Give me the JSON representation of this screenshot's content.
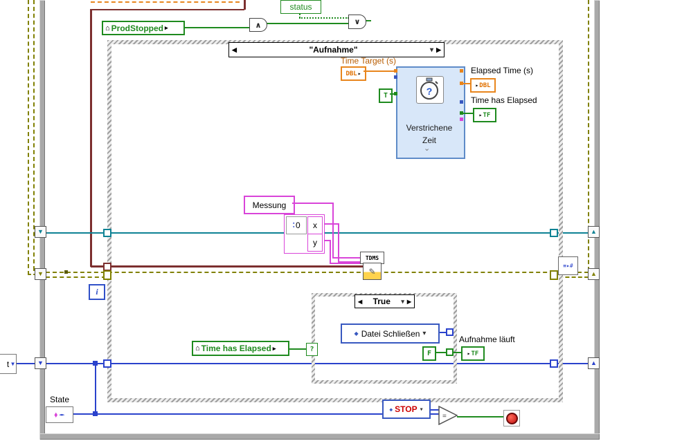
{
  "structures": {
    "main_case_selector": "\"Aufnahme\"",
    "inner_case_selector": "True"
  },
  "labels": {
    "time_target": "Time Target (s)",
    "elapsed_time": "Elapsed Time (s)",
    "time_has_elapsed": "Time has Elapsed",
    "messung": "Messung",
    "datei_schliessen": "Datei Schließen",
    "aufnahme_laeuft": "Aufnahme läuft",
    "stop": "STOP",
    "state": "State"
  },
  "terminals": {
    "status": "status",
    "prod_stopped": "ProdStopped",
    "dbl": "DBL",
    "tf": "TF",
    "true_const": "T",
    "false_const": "F",
    "iteration": "i",
    "numeric_zero": "0",
    "bundle_x": "x",
    "bundle_y": "y",
    "tdms": "TDMS",
    "time_has_elapsed_ctrl": "Time has Elapsed",
    "t_ctrl": "t"
  },
  "express_vi": {
    "title_line1": "Verstrichene",
    "title_line2": "Zeit",
    "icon_question": "?"
  },
  "glyphs": {
    "case_prev": "◀",
    "case_next": "▶",
    "menu_down": "▾",
    "home": "⌂",
    "arrow_out": "▸",
    "and": "∧",
    "or": "∨",
    "pencil": "✎",
    "chevron": "⌄",
    "sr_down": "▼",
    "sr_up": "▲",
    "question": "?",
    "enum_bullet": "◆",
    "inc": "▴",
    "dec": "▾",
    "t_down": "▼",
    "state_a": "⬧",
    "state_b": "◄►",
    "equals": "=",
    "fn": "≡▸#"
  },
  "colors": {
    "boolean_green": "#1e8a1e",
    "numeric_orange": "#e8851c",
    "enum_blue": "#3858c0",
    "wire_blue": "#2a42cc",
    "error_olive": "#808000",
    "cluster_brown": "#7c2f2f",
    "cluster_pink": "#d944d9",
    "teal": "#0e8294",
    "stop_red": "#cc0000",
    "express_blue_bg": "#d8e7f9"
  }
}
